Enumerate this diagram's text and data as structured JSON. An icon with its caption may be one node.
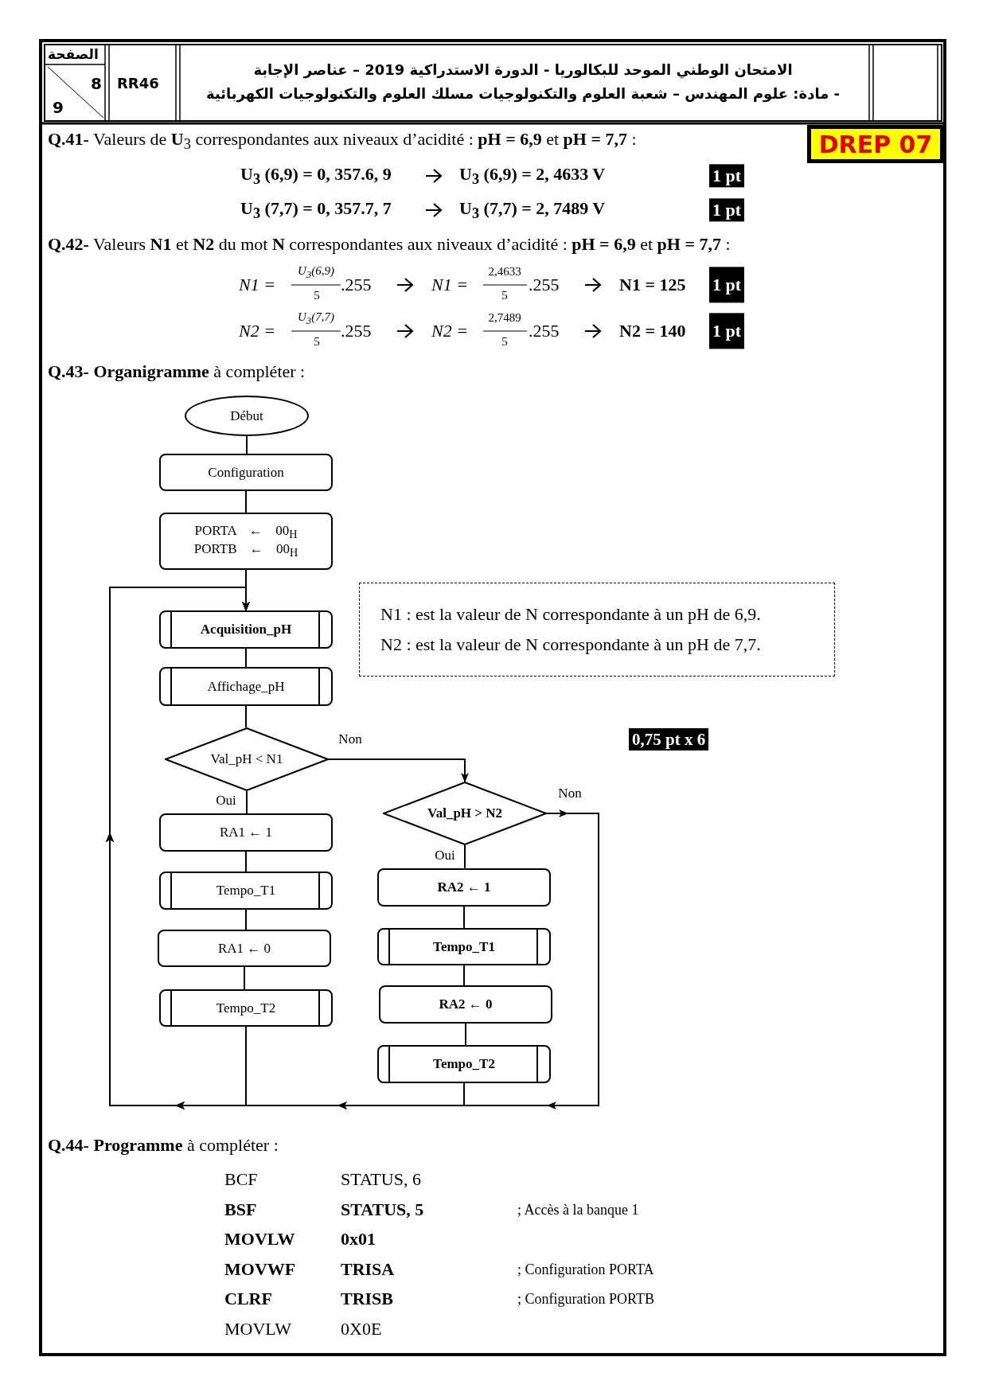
{
  "diagram": {
    "nodes": [
      {
        "text": [
          "Début"
        ]
      },
      {
        "text": [
          "Configuration"
        ]
      },
      {
        "text": [
          "PORTA ← 00$_{H}$",
          "PORTB ← 00$_{H}$"
        ]
      },
      {
        "text": [
          "Acquisition_pH"
        ]
      },
      {
        "text": [
          "Affichage_pH"
        ]
      },
      {
        "text": [
          "N1 : est la valeur de N correspondante à un pH de 6,9.",
          "N2 : est la valeur de N correspondante à un pH de 7,7."
        ]
      },
      {
        "text": [
          "Val_pH < N1"
        ]
      },
      {
        "text": [
          "Val_pH > N2"
        ]
      },
      {
        "text": [
          "RA1 ← 1"
        ]
      },
      {
        "text": [
          "Tempo_T1"
        ]
      },
      {
        "text": [
          "RA1 ← 0"
        ]
      },
      {
        "text": [
          "Tempo_T2"
        ]
      },
      {
        "text": [
          "RA2 ← 1"
        ]
      },
      {
        "text": [
          "Tempo_T1"
        ]
      },
      {
        "text": [
          "RA2 ← 0"
        ]
      },
      {
        "text": [
          "Tempo_T2"
        ]
      }
    ],
    "edges": [
      {
        "from": 0,
        "to": 1,
        "arrow": "none"
      },
      {
        "from": 1,
        "to": 2,
        "arrow": "none"
      },
      {
        "from": 2,
        "to": 3,
        "arrow": "none"
      },
      {
        "from": 3,
        "to": 4,
        "arrow": "none"
      },
      {
        "from": 4,
        "to": 6,
        "arrow": "none"
      },
      {
        "from": 6,
        "to": 8,
        "arrow": "none",
        "label": "Oui"
      },
      {
        "from": 8,
        "to": 9,
        "arrow": "none"
      },
      {
        "from": 9,
        "to": 10,
        "arrow": "none"
      },
      {
        "from": 10,
        "to": 11,
        "arrow": "none"
      },
      {
        "from": 11,
        "to": 3,
        "arrow": "to"
      },
      {
        "from": 6,
        "to": 7,
        "arrow": "to",
        "label": "Non"
      },
      {
        "from": 7,
        "to": 12,
        "arrow": "none",
        "label": "Oui"
      },
      {
        "from": 12,
        "to": 13,
        "arrow": "none"
      },
      {
        "from": 13,
        "to": 14,
        "arrow": "none"
      },
      {
        "from": 14,
        "to": 15,
        "arrow": "none"
      },
      {
        "from": 15,
        "to": 3,
        "arrow": "to"
      },
      {
        "from": 7,
        "to": 3,
        "arrow": "to",
        "label": "Non"
      }
    ],
    "labels": [
      "الصفحة",
      "8",
      "9",
      "RR46",
      "الامتحان الوطني الموحد للبكالوريا - الدورة الاستدراكية 2019 – عناصر الإجابة",
      "- مادة: علوم المهندس – شعبة العلوم والتكنولوجيات مسلك العلوم والتكنولوجيات الكهربائية",
      "**Q.41-** Valeurs de **U**$_{3}$ correspondantes aux niveaux d’acidité : **pH = 6,9** et **pH = 7,7** :",
      "DREP 07",
      "U$_{3}$ (6,9) = 0, 357.6, 9",
      "U$_{3}$ (6,9) = 2, 4633 V",
      "1 pt",
      "U$_{3}$ (7,7) = 0, 357.7, 7",
      "U$_{3}$ (7,7) = 2, 7489 V",
      "1 pt",
      "**Q.42-** Valeurs **N1** et **N2** du mot **N** correspondantes aux niveaux d’acidité : **pH = 6,9** et **pH = 7,7** :",
      "N1 =",
      "U$_{3}$(6,9)",
      "5",
      ".255",
      "N1 =",
      "2,4633",
      "5",
      ".255",
      "N1 = 125",
      "1 pt",
      "N2 =",
      "U$_{3}$(7,7)",
      "5",
      ".255",
      "N2 =",
      "2,7489",
      "5",
      ".255",
      "N2 = 140",
      "1 pt",
      "**Q.43-** **Organigramme** à compléter :",
      "0,75 pt x 6",
      "**Q.44-** **Programme** à compléter :",
      "BCF",
      "STATUS, 6",
      "BSF",
      "STATUS, 5",
      "; Accès à la banque 1",
      "MOVLW",
      "0x01",
      "MOVWF",
      "TRISA",
      "; Configuration PORTA",
      "CLRF",
      "TRISB",
      "; Configuration PORTB",
      "MOVLW",
      "0X0E"
    ]
  }
}
